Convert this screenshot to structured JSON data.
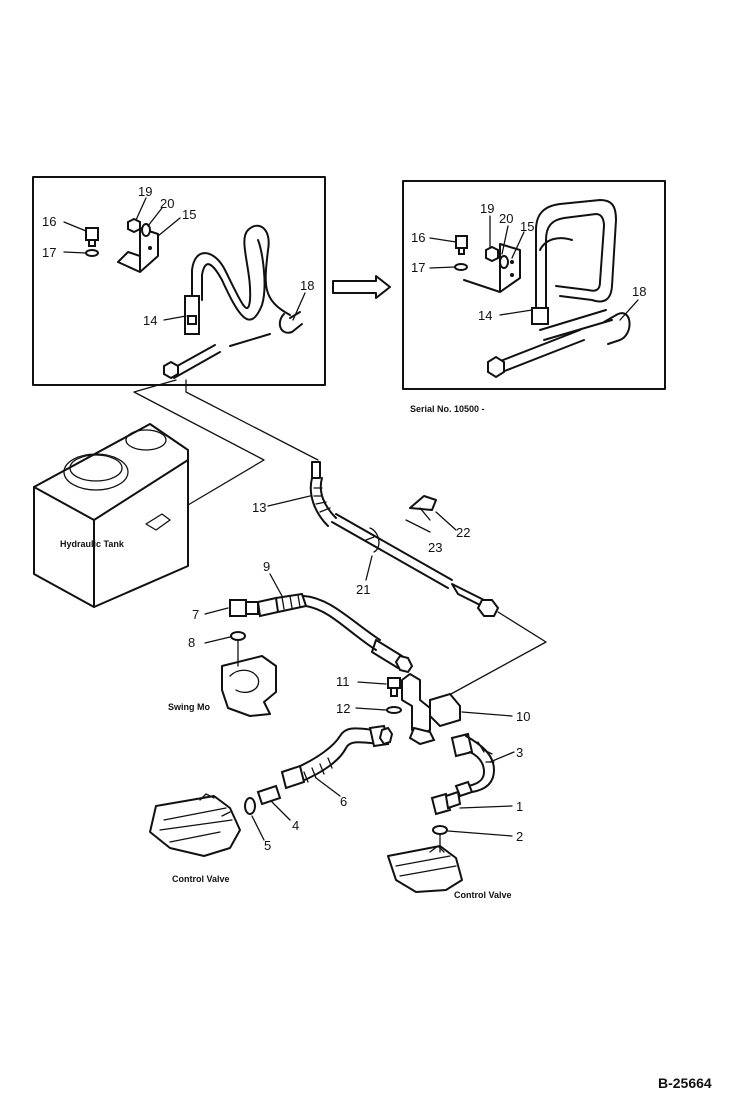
{
  "labels": {
    "serial_no": "Serial No. 10500 -",
    "hydraulic_tank": "Hydraulic Tank",
    "swing_motor": "Swing Mo",
    "control_valve_left": "Control Valve",
    "control_valve_right": "Control Valve",
    "drawing_ref": "B-25664"
  },
  "part_numbers": {
    "left_inset": {
      "p14": "14",
      "p15": "15",
      "p16": "16",
      "p17": "17",
      "p18": "18",
      "p19": "19",
      "p20": "20"
    },
    "right_inset": {
      "p14": "14",
      "p15": "15",
      "p16": "16",
      "p17": "17",
      "p18": "18",
      "p19": "19",
      "p20": "20"
    },
    "main": {
      "p1": "1",
      "p2": "2",
      "p3": "3",
      "p4": "4",
      "p5": "5",
      "p6": "6",
      "p7": "7",
      "p8": "8",
      "p9": "9",
      "p10": "10",
      "p11": "11",
      "p12": "12",
      "p13": "13",
      "p21": "21",
      "p22": "22",
      "p23": "23"
    }
  }
}
